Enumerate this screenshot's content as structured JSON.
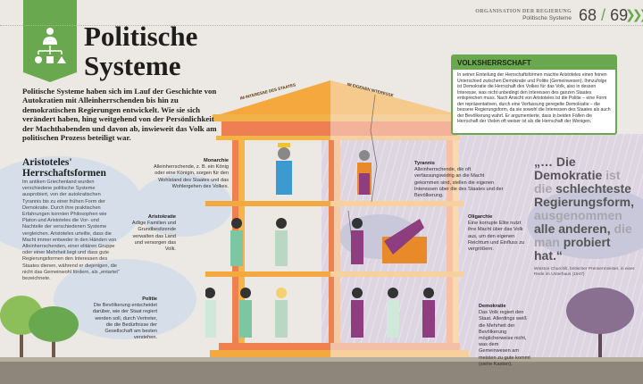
{
  "header": {
    "section": "ORGANISATION DER REGIERUNG",
    "subsection": "Politische Systeme",
    "page_left": "68",
    "page_sep": "/",
    "page_right": "69",
    "nav_icon": "chevron-right-triple-icon"
  },
  "title": {
    "icon": "hierarchy-icon",
    "line1": "Politische",
    "line2": "Systeme"
  },
  "intro": "Politische Systeme haben sich im Lauf der Geschichte von Autokratien mit Alleinherrschenden bis hin zu demokratischen Regierungen entwickelt. Wie sie sich verändert haben, hing weitgehend von der Persönlichkeit der Machthabenden und davon ab, inwieweit das Volk am politischen Prozess beteiligt war.",
  "box": {
    "title": "VOLKSHERRSCHAFT",
    "text": "In seiner Einteilung der Herrschaftsformen machte Aristoteles einen feinen Unterschied zwischen Demokratie und Politie (Gemeinwesen). Ihmzufolge ist Demokratie die Herrschaft des Volkes für das Volk, also in dessen Interesse, was nicht unbedingt den Interessen des ganzen Staates entsprechen muss. Nach Ansicht von Aristoteles ist die Politie – eine Form der repräsentativen, durch eine Verfassung geregelte Demokratie – die bessere Regierungsform, da sie sowohl die Interessen des Staates als auch der Bevölkerung wahrt. Er argumentierte, dass in beiden Fällen die Herrschaft der Vielen oft weiser ist als die Herrschaft der Wenigen."
  },
  "aristoteles": {
    "heading_line1": "Aristoteles'",
    "heading_line2": "Herrschaftsformen",
    "text": "Im antiken Griechenland wurden verschiedene politische Systeme ausprobiert, von der autokratischen Tyrannis bis zu einer frühen Form der Demokratie. Durch ihre praktischen Erfahrungen konnten Philosophen wie Platon und Aristoteles die Vor- und Nachteile der verschiedenen Systeme vergleichen. Aristoteles urteilte, dass die Macht immer entweder in den Händen von Alleinherrschenden, einer elitären Gruppe oder einer Mehrheit liegt und dass gute Regierungsformen den Interessen des Staates dienen, während er diejenigen, die nicht das Gemeinwohl fördern, als „entartet“ bezeichnete."
  },
  "temple": {
    "left_label": "IM INTERESSE DES STAATES",
    "right_label": "IM EIGENEN INTERESSE",
    "colors": {
      "good": "#f29a3e",
      "bad": "#f5c6a0"
    }
  },
  "forms": [
    {
      "name": "Monarchie",
      "text": "Alleinherrschende, z. B. ein König oder eine Königin, sorgen für den Wohlstand des Staates und das Wohlergehen des Volkes."
    },
    {
      "name": "Aristokratie",
      "text": "Adlige Familien und Grundbesitzende verwalten das Land und versorgen das Volk."
    },
    {
      "name": "Politie",
      "text": "Die Bevölkerung entscheidet darüber, wie der Staat regiert werden soll, durch Vertreter, die die Bedürfnisse der Gesellschaft am besten verstehen."
    },
    {
      "name": "Tyrannis",
      "text": "Alleinherrschende, die oft verfassungswidrig an die Macht gekommen sind, stellen die eigenen Interessen über die des Staates und der Bevölkerung."
    },
    {
      "name": "Oligarchie",
      "text": "Eine korrupte Elite nutzt ihre Macht über das Volk aus, um den eigenen Reichtum und Einfluss zu vergrößern."
    },
    {
      "name": "Demokratie",
      "text": "Das Volk regiert den Staat. Allerdings weiß die Mehrheit der Bevölkerung möglicherweise nicht, was dem Gemeinwesen am meisten zu gute kommt (siehe Kasten)."
    }
  ],
  "quote": {
    "p1": "„… Die Demokratie ",
    "p2": "ist die ",
    "p3": "schlechteste Regierungsform, ",
    "p4": "ausgenommen ",
    "p5": "alle anderen, ",
    "p6": "die man ",
    "p7": "probiert hat.“",
    "attribution": "Winston Churchill, britischer Premierminister, in einer Rede im Unterhaus (1947)"
  }
}
